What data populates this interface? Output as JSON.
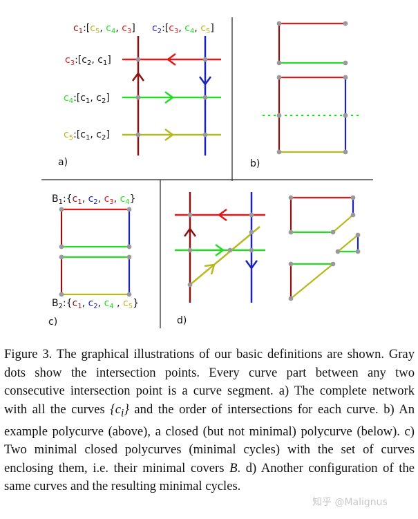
{
  "colors": {
    "c1": "#8b1010",
    "c2": "#1a22b8",
    "c3": "#e01818",
    "c4": "#22dd22",
    "c5": "#b8b820",
    "dot": "#9a9a9a",
    "divider": "#222222"
  },
  "panel_a": {
    "label": "a)",
    "c1_name": "c",
    "c1_sub": "1",
    "c1_list": ":[c",
    "c1_items": [
      "5",
      "4",
      "3"
    ],
    "c2_name": "c",
    "c2_sub": "2",
    "c2_items": [
      "3",
      "4",
      "5"
    ],
    "c3_name": "c",
    "c3_sub": "3",
    "c3_items": [
      "2",
      "1"
    ],
    "c4_name": "c",
    "c4_sub": "4",
    "c4_items": [
      "1",
      "2"
    ],
    "c5_name": "c",
    "c5_sub": "5",
    "c5_items": [
      "1",
      "2"
    ]
  },
  "panel_b": {
    "label": "b)"
  },
  "panel_c": {
    "label": "c)",
    "b1_name": "B",
    "b1_sub": "1",
    "b2_name": "B",
    "b2_sub": "2"
  },
  "panel_d": {
    "label": "d)"
  },
  "caption": {
    "part1": "Figure 3.  The graphical illustrations of our basic definitions are shown. Gray dots show the intersection points. Every curve part between any two consecutive intersection point is a curve segment. a) The complete network with all the curves ",
    "math1": "{c",
    "math1_sub": "i",
    "math1_end": "}",
    "part2": " and the order of intersections for each curve.  b) An example polycurve (above), a closed (but not minimal) polycurve (below).  c) Two minimal closed polycurves (minimal cycles) with the set of curves enclosing them, i.e. their minimal covers ",
    "math2": "B",
    "part3": ". d) Another configuration of the same curves and the resulting minimal cycles."
  },
  "watermark": "知乎 @Malignus"
}
